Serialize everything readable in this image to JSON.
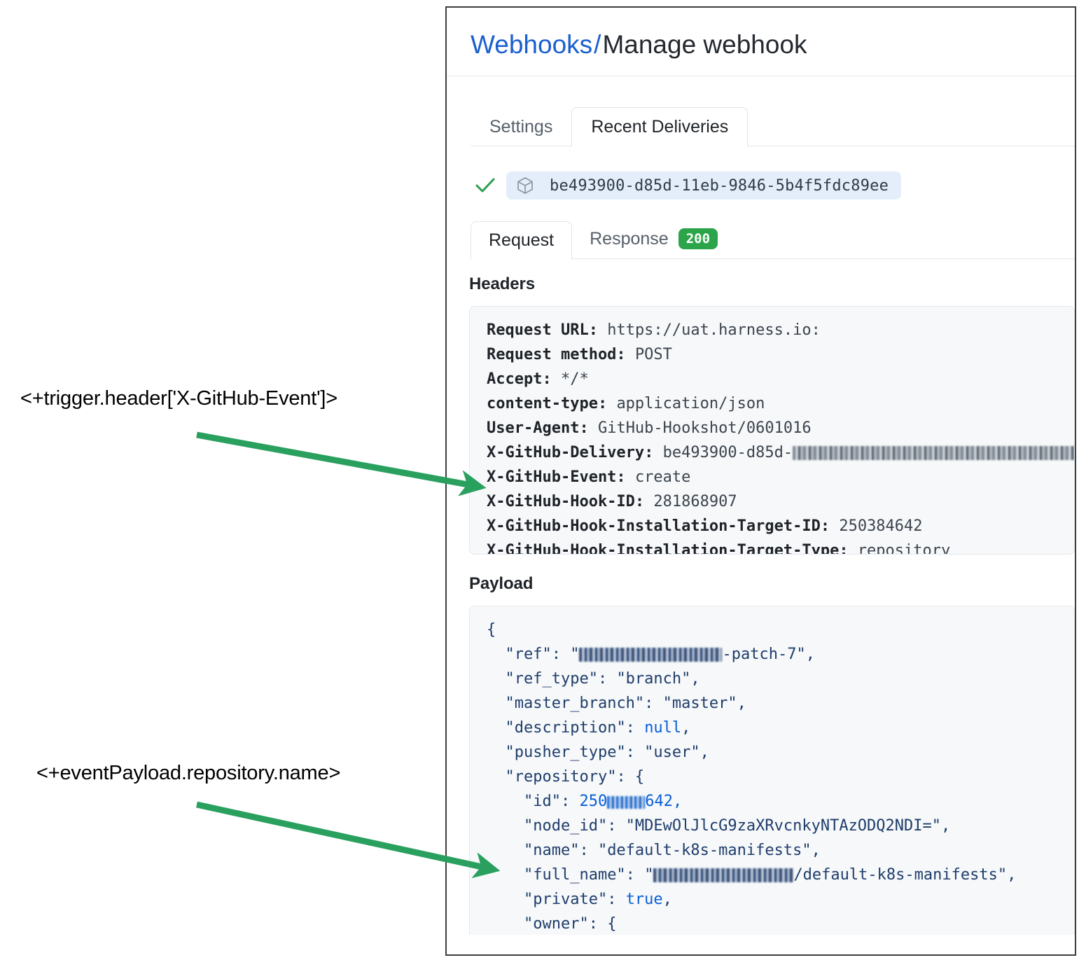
{
  "panel": {
    "breadcrumb": {
      "parent_label": "Webhooks",
      "separator": "/",
      "current_label": "Manage webhook"
    },
    "outer_tabs": [
      {
        "label": "Settings",
        "active": false
      },
      {
        "label": "Recent Deliveries",
        "active": true
      }
    ],
    "delivery": {
      "status_icon": "check-icon",
      "package_icon": "cube-icon",
      "guid": "be493900-d85d-11eb-9846-5b4f5fdc89ee"
    },
    "inner_tabs": [
      {
        "label": "Request",
        "active": true
      },
      {
        "label": "Response",
        "active": false,
        "badge": "200"
      }
    ],
    "headers": {
      "title": "Headers",
      "rows": [
        {
          "key": "Request URL:",
          "value": "https://uat.harness.io:"
        },
        {
          "key": "Request method:",
          "value": "POST"
        },
        {
          "key": "Accept:",
          "value": "*/*"
        },
        {
          "key": "content-type:",
          "value": "application/json"
        },
        {
          "key": "User-Agent:",
          "value": "GitHub-Hookshot/0601016"
        },
        {
          "key": "X-GitHub-Delivery:",
          "value": "be493900-d85d-",
          "redacted_suffix": true
        },
        {
          "key": "X-GitHub-Event:",
          "value": "create"
        },
        {
          "key": "X-GitHub-Hook-ID:",
          "value": "281868907"
        },
        {
          "key": "X-GitHub-Hook-Installation-Target-ID:",
          "value": "250384642"
        },
        {
          "key": "X-GitHub-Hook-Installation-Target-Type:",
          "value": "repository"
        }
      ]
    },
    "payload": {
      "title": "Payload",
      "lines": {
        "open_brace": "{",
        "ref_key": "\"ref\":",
        "ref_suffix": "-patch-7\",",
        "ref_type": "\"ref_type\": \"branch\",",
        "master_branch": "\"master_branch\": \"master\",",
        "description_key": "\"description\":",
        "description_value": "null",
        "description_comma": ",",
        "pusher_type": "\"pusher_type\": \"user\",",
        "repository_open": "\"repository\": {",
        "id_key": "\"id\":",
        "id_prefix": "250",
        "id_suffix": "642,",
        "node_id": "\"node_id\": \"MDEwOlJlcG9zaXRvcnkyNTAzODQ2NDI=\",",
        "name": "\"name\": \"default-k8s-manifests\",",
        "full_name_key": "\"full_name\":",
        "full_name_suffix": "/default-k8s-manifests\",",
        "private_key": "\"private\":",
        "private_value": "true",
        "private_comma": ",",
        "owner_open": "\"owner\": {"
      }
    }
  },
  "annotations": [
    {
      "id": "trigger-header",
      "text": "<+trigger.header['X-GitHub-Event']>"
    },
    {
      "id": "event-payload",
      "text": "<+eventPayload.repository.name>"
    }
  ],
  "colors": {
    "link_blue": "#1a5fd0",
    "badge_green": "#2ca44a",
    "arrow_green": "#2aa05f",
    "pill_blue": "#e4eefb",
    "code_bg": "#f6f8fa",
    "panel_border": "#3d3d3d"
  }
}
